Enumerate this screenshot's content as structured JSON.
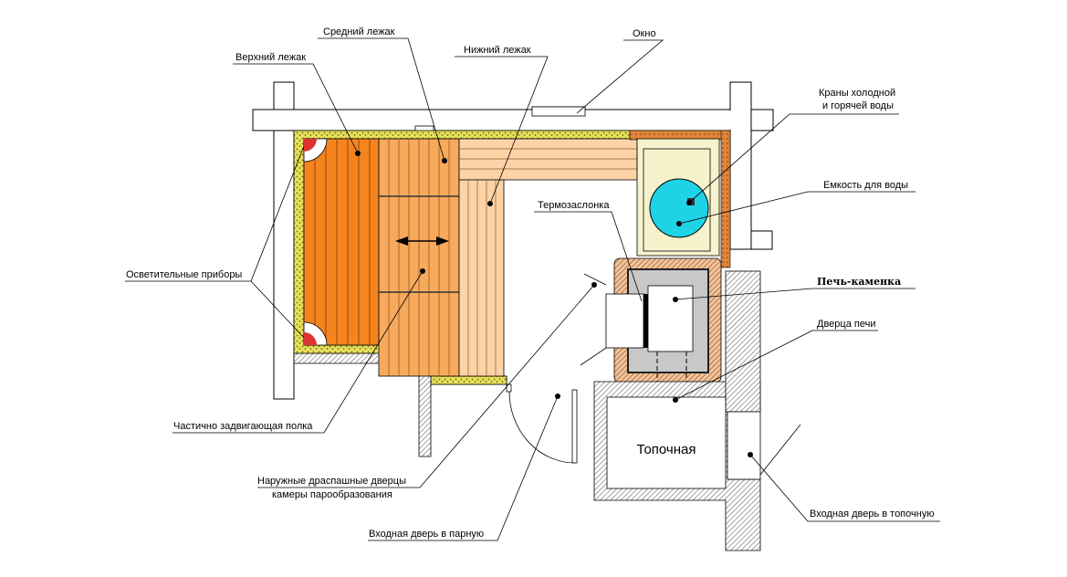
{
  "title": "План парной с печью-каменкой",
  "labels": {
    "upper_bench": "Верхний лежак",
    "middle_bench": "Средний лежак",
    "lower_bench": "Нижний лежак",
    "window": "Окно",
    "taps_line1": "Краны холодной",
    "taps_line2": "и горячей воды",
    "water_tank": "Емкость для воды",
    "thermo_damper": "Термозаслонка",
    "stove": "Печь-каменка",
    "stove_door": "Дверца печи",
    "lights": "Осветительные приборы",
    "sliding_shelf": "Частично задвигающая полка",
    "outer_doors_line1": "Наружные драспашные дверцы",
    "outer_doors_line2": "камеры парообразования",
    "steam_room_door": "Входная дверь в парную",
    "furnace_room_door": "Входная дверь в топочную",
    "furnace_room": "Топочная"
  },
  "colors": {
    "upper_bench": "#f5841f",
    "middle_bench": "#f7a95c",
    "lower_bench": "#fcd3a6",
    "insulation": "#e8e05a",
    "water": "#1fd3e6",
    "tank_box": "#f6f2cc",
    "stove_inner": "#c8c8c8"
  }
}
